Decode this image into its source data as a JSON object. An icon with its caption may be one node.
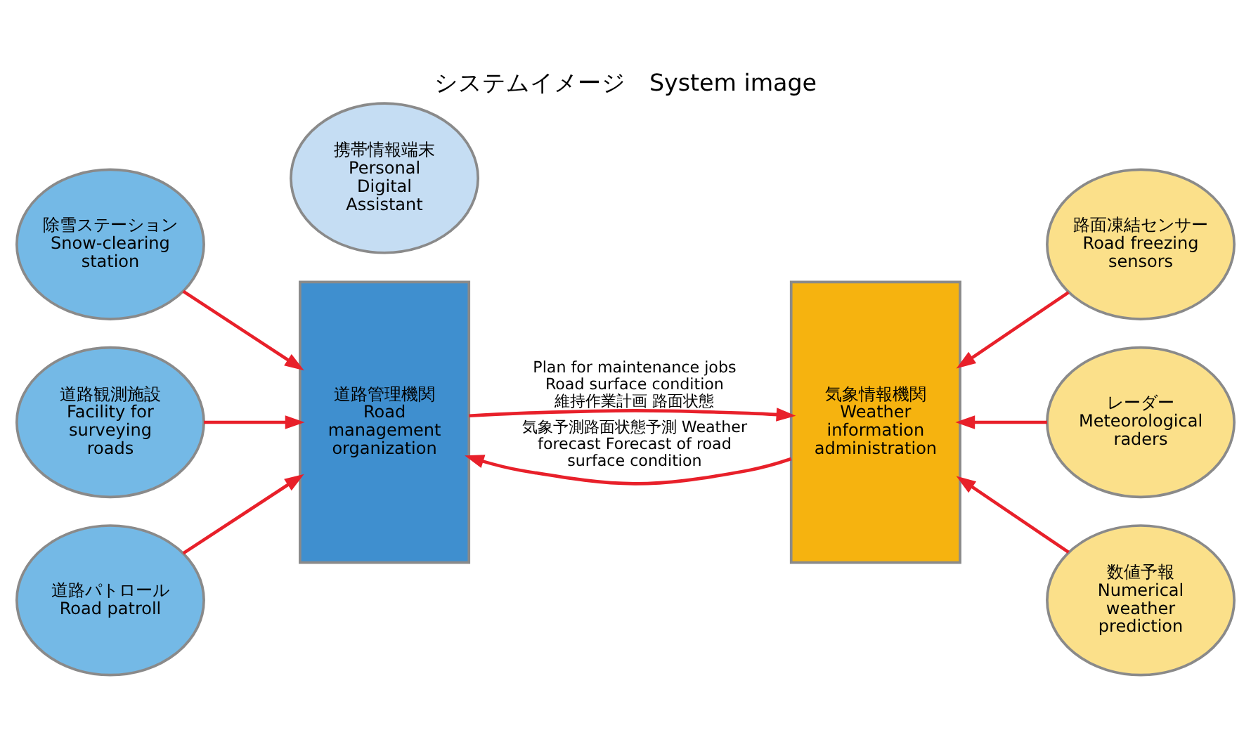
{
  "diagram": {
    "title": "システムイメージ　System image",
    "nodes": [
      {
        "text": [
          "除雪ステーション",
          "Snow-clearing station"
        ]
      },
      {
        "text": [
          "道路観測施設",
          "Facility for surveying roads"
        ]
      },
      {
        "text": [
          "道路パトロール",
          "Road patroll"
        ]
      },
      {
        "text": [
          "携帯情報端末",
          "Personal Digital Assistant"
        ]
      },
      {
        "text": [
          "道路管理機関",
          "Road management organization"
        ]
      },
      {
        "text": [
          "気象情報機関",
          "Weather information administration"
        ]
      },
      {
        "text": [
          "路面凍結センサー",
          "Road freezing sensors"
        ]
      },
      {
        "text": [
          "レーダー",
          "Meteorological raders"
        ]
      },
      {
        "text": [
          "数値予報",
          "Numerical weather prediction"
        ]
      }
    ],
    "edges": [
      {
        "from": 0,
        "to": 4,
        "arrow": "to"
      },
      {
        "from": 1,
        "to": 4,
        "arrow": "to"
      },
      {
        "from": 2,
        "to": 4,
        "arrow": "to"
      },
      {
        "from": 4,
        "to": 5,
        "arrow": "to",
        "label": "Plan for maintenance jobs Road surface condition 維持作業計画 路面状態"
      },
      {
        "from": 5,
        "to": 4,
        "arrow": "to",
        "label": "気象予測路面状態予測 Weather forecast Forecast of road surface condition"
      },
      {
        "from": 6,
        "to": 5,
        "arrow": "to"
      },
      {
        "from": 7,
        "to": 5,
        "arrow": "to"
      },
      {
        "from": 8,
        "to": 5,
        "arrow": "to"
      }
    ]
  }
}
